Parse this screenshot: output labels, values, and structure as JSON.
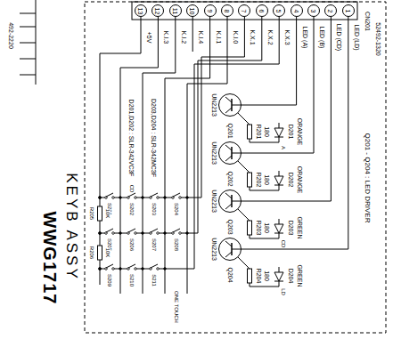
{
  "diagram": {
    "nodes": [
      {
        "text": [
          "13"
        ]
      },
      {
        "text": [
          "12"
        ]
      },
      {
        "text": [
          "11"
        ]
      },
      {
        "text": [
          "10"
        ]
      },
      {
        "text": [
          "9"
        ]
      },
      {
        "text": [
          "8"
        ]
      },
      {
        "text": [
          "7"
        ]
      },
      {
        "text": [
          "6"
        ]
      },
      {
        "text": [
          "5"
        ]
      },
      {
        "text": [
          "4"
        ]
      },
      {
        "text": [
          "3"
        ]
      },
      {
        "text": [
          "2"
        ]
      },
      {
        "text": [
          "1"
        ]
      },
      {
        "text": [
          "Q201",
          "UN2213"
        ]
      },
      {
        "text": [
          "Q202",
          "UN2213"
        ]
      },
      {
        "text": [
          "Q203",
          "UN2213"
        ]
      },
      {
        "text": [
          "Q204",
          "UN2213"
        ]
      }
    ],
    "edges": [
      {
        "from": 9,
        "to": 13,
        "arrow": "none"
      },
      {
        "from": 10,
        "to": 14,
        "arrow": "none"
      },
      {
        "from": 11,
        "to": 15,
        "arrow": "none"
      },
      {
        "from": 12,
        "to": 16,
        "arrow": "none"
      }
    ],
    "labels": [
      "+5V",
      "K.I.3",
      "K.I.2",
      "K.I.4",
      "K.I.1",
      "K.I.0",
      "K.X.1",
      "K.X.2",
      "K.X.3",
      "LED (A)",
      "LED (B)",
      "LED (CD)",
      "LED (LD)",
      "CN201",
      "52492-1320",
      "R201",
      "180",
      "D201",
      "ORANGE",
      "R202",
      "180",
      "D202",
      "ORANGE",
      "R203",
      "180",
      "D203",
      "GREEN",
      "R204",
      "180",
      "D204",
      "GREEN",
      "A",
      "CD",
      "LD",
      "Q201 - Q204 : LED DRIVER",
      "D201,D202 : SLR-342VC3F",
      "D203,D204 : SLR-342MC3F",
      "S201",
      "S202",
      "S203",
      "S204",
      "S205",
      "S206",
      "S207",
      "S208",
      "S209",
      "S210",
      "S211",
      "CD",
      "ONE TOUCH",
      "R205",
      "10K",
      "R206",
      "10K",
      "KEYB ASSY",
      "WWG1717",
      "492-2220"
    ]
  }
}
